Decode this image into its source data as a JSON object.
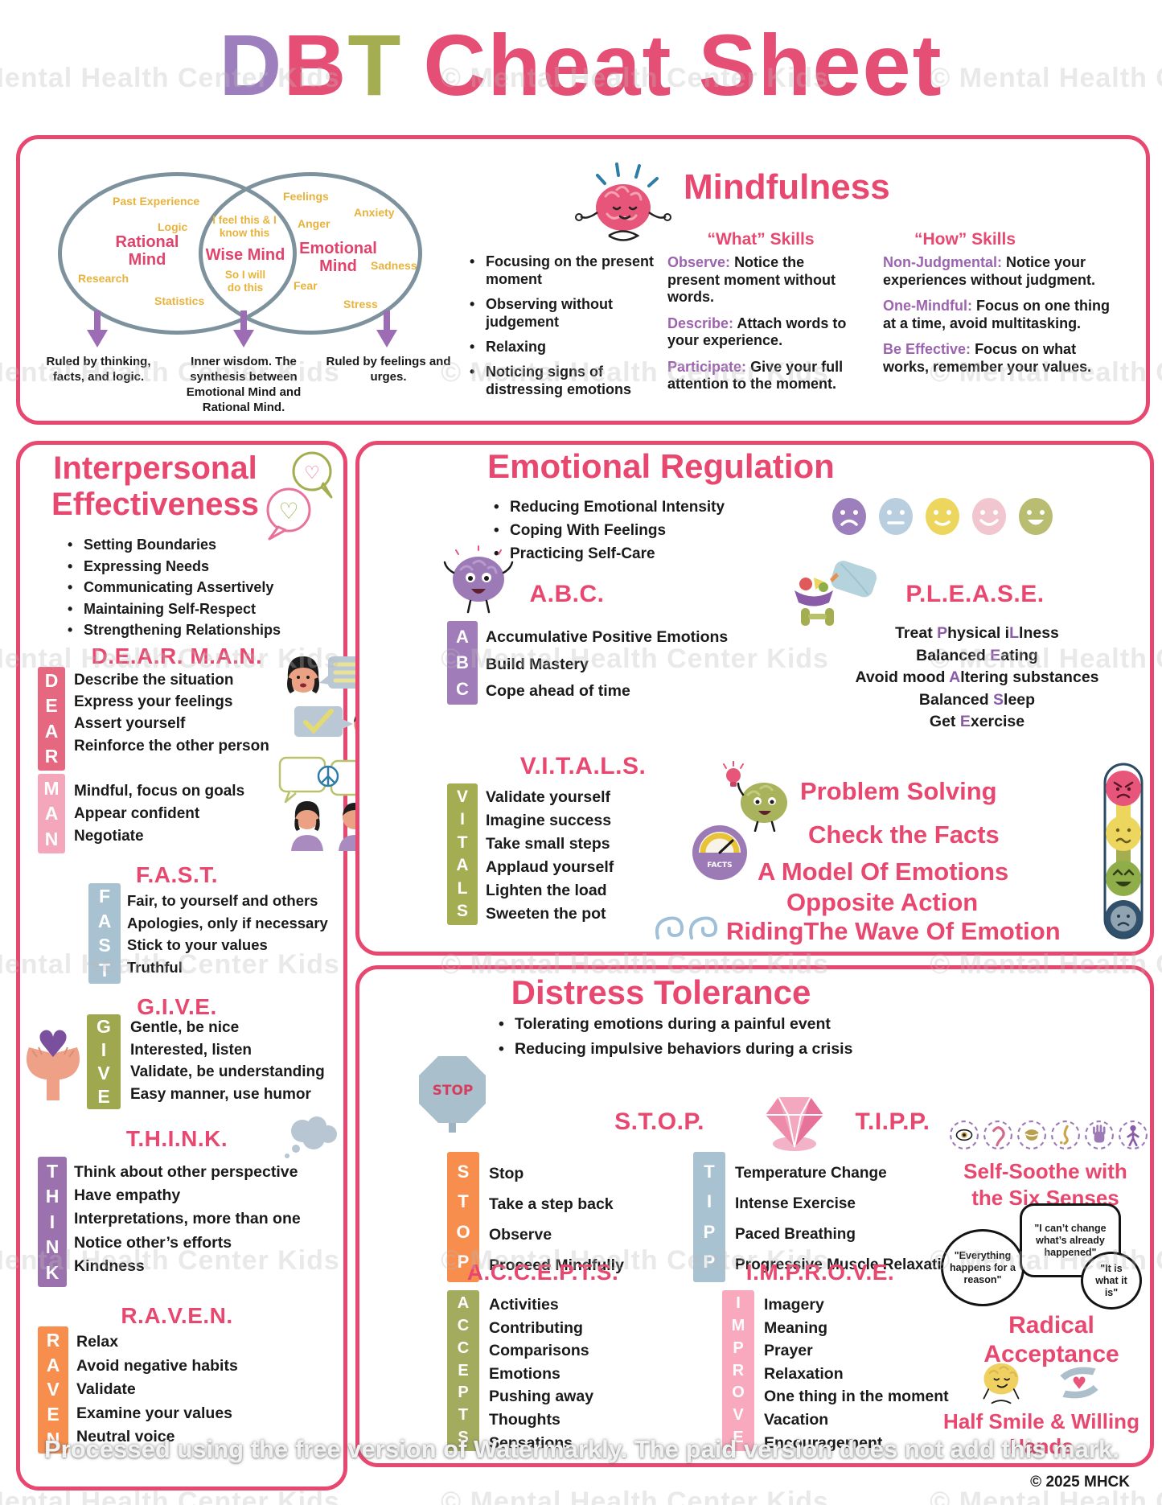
{
  "watermarks": {
    "ghost": "© Mental Health Center Kids",
    "ghost_row": "© Mental Health Center Kids            © Mental Health Center Kids            © Mental Health Center Kids",
    "processed": "Processed using the free version of Watermarkly. The paid version does not add this mark.",
    "copyright": "© 2025 MHCK"
  },
  "title": {
    "d": "D",
    "b": "B",
    "t": "T",
    "rest": "Cheat Sheet"
  },
  "mindfulness": {
    "heading": "Mindfulness",
    "icon": "meditating-brain",
    "venn": {
      "rational_label": "Rational Mind",
      "rational_words": [
        "Past Experience",
        "Logic",
        "Research",
        "Statistics"
      ],
      "wise_top": "I feel this & I know this",
      "wise_label": "Wise Mind",
      "wise_bottom": "So I will do this",
      "emotional_label": "Emotional Mind",
      "emotional_words": [
        "Feelings",
        "Anxiety",
        "Anger",
        "Sadness",
        "Fear",
        "Stress"
      ],
      "captions": [
        "Ruled by thinking, facts, and logic.",
        "Inner wisdom. The synthesis between Emotional Mind and Rational Mind.",
        "Ruled by feelings and urges."
      ]
    },
    "bullets": [
      "Focusing on the present moment",
      "Observing without judgement",
      "Relaxing",
      "Noticing signs of distressing emotions"
    ],
    "what_skills": {
      "heading": "“What” Skills",
      "items": [
        {
          "lead": "Observe:",
          "text": "Notice the present moment without words."
        },
        {
          "lead": "Describe:",
          "text": "Attach words to your experience."
        },
        {
          "lead": "Participate:",
          "text": "Give your full attention to the moment."
        }
      ]
    },
    "how_skills": {
      "heading": "“How” Skills",
      "items": [
        {
          "lead": "Non-Judgmental:",
          "text": "Notice your experiences without judgment."
        },
        {
          "lead": "One-Mindful:",
          "text": "Focus on one thing at a time, avoid multitasking."
        },
        {
          "lead": "Be Effective:",
          "text": "Focus on what works, remember your values."
        }
      ]
    }
  },
  "interpersonal": {
    "heading": "Interpersonal Effectiveness",
    "icon": "heart-speech-bubbles",
    "bullets": [
      "Setting Boundaries",
      "Expressing Needs",
      "Communicating Assertively",
      "Maintaining Self-Respect",
      "Strengthening Relationships"
    ],
    "dearman": {
      "heading": "D.E.A.R. M.A.N.",
      "dear": {
        "letters": [
          "D",
          "E",
          "A",
          "R"
        ],
        "items": [
          "Describe the situation",
          "Express your feelings",
          "Assert yourself",
          "Reinforce the other person"
        ]
      },
      "man": {
        "letters": [
          "M",
          "A",
          "N"
        ],
        "items": [
          "Mindful, focus on goals",
          "Appear confident",
          "Negotiate"
        ]
      }
    },
    "fast": {
      "heading": "F.A.S.T.",
      "letters": [
        "F",
        "A",
        "S",
        "T"
      ],
      "items": [
        "Fair, to yourself and others",
        "Apologies, only if necessary",
        "Stick to your values",
        "Truthful"
      ]
    },
    "give": {
      "heading": "G.I.V.E.",
      "letters": [
        "G",
        "I",
        "V",
        "E"
      ],
      "items": [
        "Gentle, be nice",
        "Interested, listen",
        "Validate, be understanding",
        "Easy manner, use humor"
      ]
    },
    "think": {
      "heading": "T.H.I.N.K.",
      "letters": [
        "T",
        "H",
        "I",
        "N",
        "K"
      ],
      "items": [
        "Think about other perspective",
        "Have empathy",
        "Interpretations, more than one",
        "Notice other’s efforts",
        "Kindness"
      ]
    },
    "raven": {
      "heading": "R.A.V.E.N.",
      "letters": [
        "R",
        "A",
        "V",
        "E",
        "N"
      ],
      "items": [
        "Relax",
        "Avoid negative habits",
        "Validate",
        "Examine your values",
        "Neutral voice"
      ]
    }
  },
  "emotional_regulation": {
    "heading": "Emotional Regulation",
    "bullets": [
      "Reducing Emotional Intensity",
      "Coping With Feelings",
      "Practicing Self-Care"
    ],
    "emotion_faces": [
      "sad",
      "neutral",
      "slight-smile",
      "smile",
      "big-smile"
    ],
    "abc": {
      "heading": "A.B.C.",
      "letters": [
        "A",
        "B",
        "C"
      ],
      "items": [
        "Accumulative Positive Emotions",
        "Build Mastery",
        "Cope ahead of time"
      ]
    },
    "please": {
      "heading": "P.L.E.A.S.E.",
      "items": [
        [
          "Treat ",
          "P",
          "hysical i",
          "L",
          "lness"
        ],
        [
          "Balanced ",
          "E",
          "ating"
        ],
        [
          "Avoid mood ",
          "A",
          "ltering substances"
        ],
        [
          "Balanced ",
          "S",
          "leep"
        ],
        [
          "Get ",
          "E",
          "xercise"
        ]
      ]
    },
    "vitals": {
      "heading": "V.I.T.A.L.S.",
      "letters": [
        "V",
        "I",
        "T",
        "A",
        "L",
        "S"
      ],
      "items": [
        "Validate yourself",
        "Imagine success",
        "Take small steps",
        "Applaud yourself",
        "Lighten the load",
        "Sweeten the pot"
      ]
    },
    "strategies": [
      "Problem Solving",
      "Check the Facts",
      "A Model Of Emotions",
      "Opposite Action",
      "RidingThe Wave Of Emotion"
    ]
  },
  "distress_tolerance": {
    "heading": "Distress Tolerance",
    "bullets": [
      "Tolerating emotions during a painful event",
      "Reducing impulsive behaviors during a crisis"
    ],
    "stop": {
      "heading": "S.T.O.P.",
      "sign_text": "STOP",
      "letters": [
        "S",
        "T",
        "O",
        "P"
      ],
      "items": [
        "Stop",
        "Take a step back",
        "Observe",
        "Proceed Mindfully"
      ]
    },
    "tipp": {
      "heading": "T.I.P.P.",
      "letters": [
        "T",
        "I",
        "P",
        "P"
      ],
      "items": [
        "Temperature Change",
        "Intense Exercise",
        "Paced Breathing",
        "Progressive Muscle Relaxation"
      ]
    },
    "self_soothe": "Self-Soothe with the Six Senses",
    "senses": [
      "sight",
      "hearing",
      "taste",
      "smell",
      "touch",
      "movement"
    ],
    "accepts": {
      "heading": "A.C.C.E.P.T.S.",
      "letters": [
        "A",
        "C",
        "C",
        "E",
        "P",
        "T",
        "S"
      ],
      "items": [
        "Activities",
        "Contributing",
        "Comparisons",
        "Emotions",
        "Pushing away",
        "Thoughts",
        "Sensations"
      ]
    },
    "improve": {
      "heading": "I.M.P.R.O.V.E.",
      "letters": [
        "I",
        "M",
        "P",
        "R",
        "O",
        "V",
        "E"
      ],
      "items": [
        "Imagery",
        "Meaning",
        "Prayer",
        "Relaxation",
        "One thing in the moment",
        "Vacation",
        "Encouragement"
      ]
    },
    "radical": {
      "heading": "Radical Acceptance",
      "quotes": [
        "\"Everything happens for a reason\"",
        "\"I can’t change what’s already happened\"",
        "\"It is what it is\""
      ]
    },
    "half_smile": "Half Smile & Willing Hands"
  },
  "colors": {
    "pink": "#e8486f",
    "purple": "#9c6cb4",
    "olive": "#a5ad52",
    "orange": "#f78e4e",
    "blue_gray": "#a9c2d1",
    "light_pink": "#f4a7ba",
    "yellow": "#e8b33c"
  }
}
